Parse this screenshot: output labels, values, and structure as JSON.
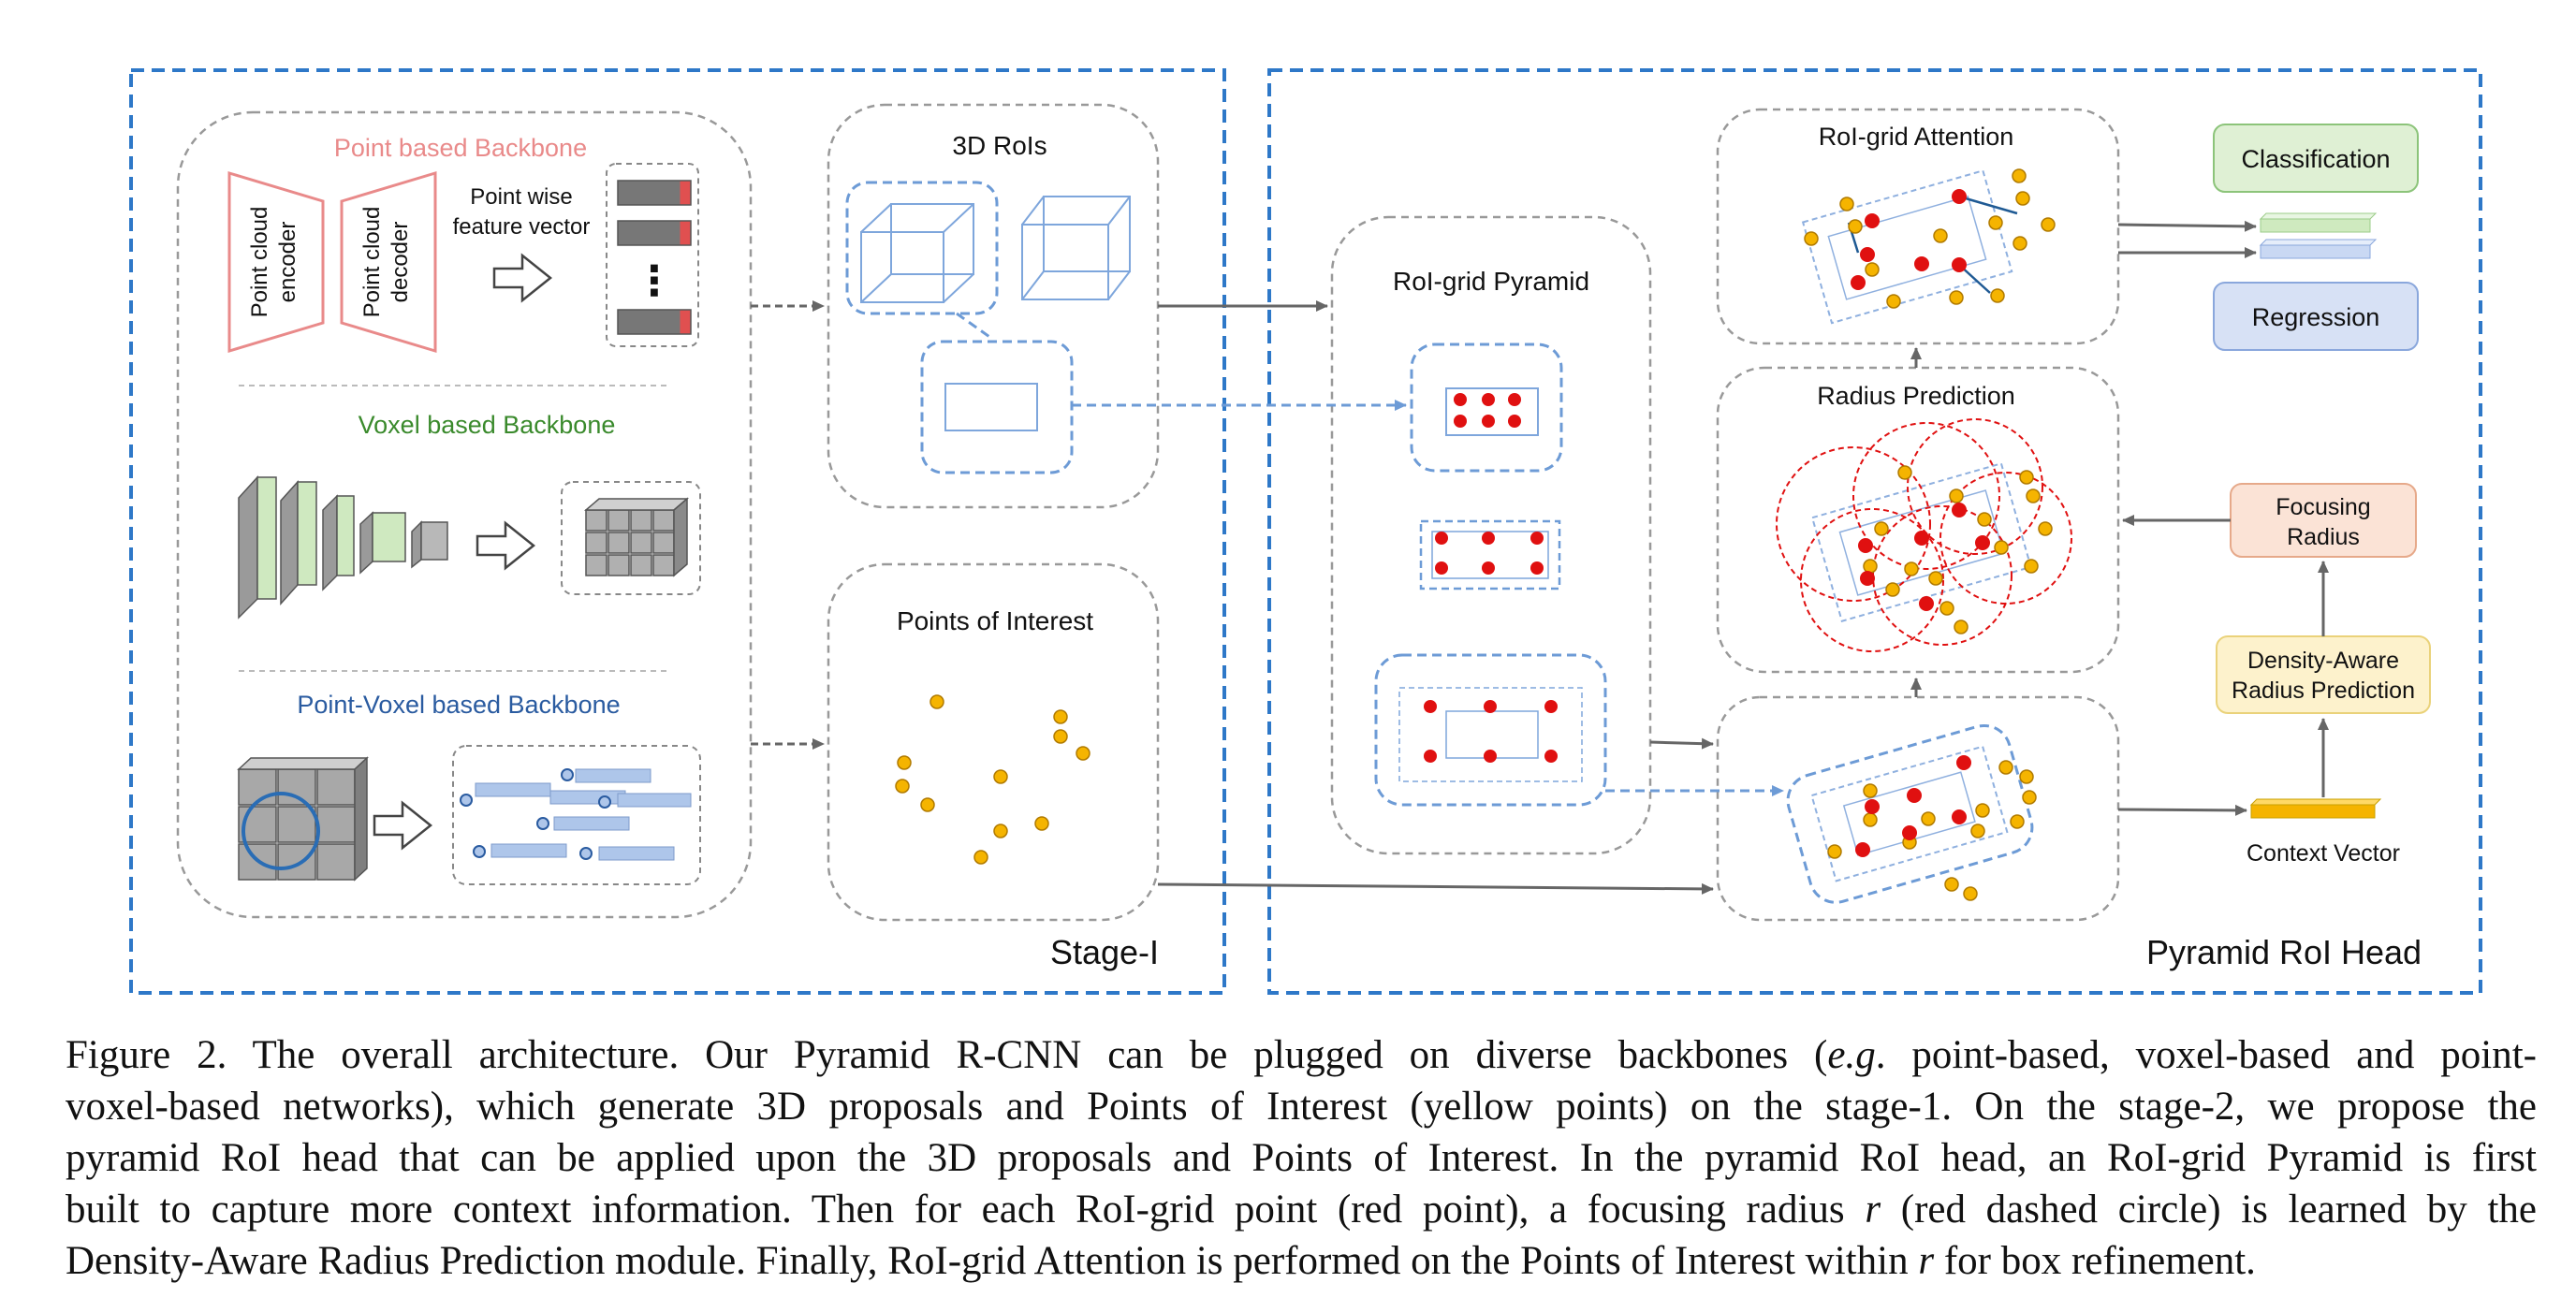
{
  "figure": {
    "stage1": {
      "label": "Stage-I",
      "backbones": {
        "point_based": {
          "title": "Point based Backbone",
          "encoder": [
            "Point cloud",
            "encoder"
          ],
          "decoder": [
            "Point cloud",
            "decoder"
          ],
          "feature_text": [
            "Point wise",
            "feature vector"
          ],
          "ellipsis": "⋮"
        },
        "voxel_based": {
          "title": "Voxel based Backbone"
        },
        "point_voxel_based": {
          "title": "Point-Voxel based Backbone"
        }
      },
      "rois": {
        "title": "3D RoIs"
      },
      "poi": {
        "title": "Points of Interest"
      }
    },
    "stage2": {
      "label": "Pyramid RoI Head",
      "pyramid_title": "RoI-grid Pyramid",
      "attention_title": "RoI-grid Attention",
      "radius_title": "Radius Prediction",
      "classification": "Classification",
      "regression": "Regression",
      "focusing_radius": [
        "Focusing",
        "Radius"
      ],
      "density_aware": [
        "Density-Aware",
        "Radius Prediction"
      ],
      "context_vector": "Context Vector"
    },
    "colors": {
      "stage_border": "#2e78c8",
      "red_point": "#e01010",
      "yellow_point": "#f5b400",
      "roi_blue": "#6d9bd6",
      "point_backbone": "#e98a8a",
      "voxel_backbone": "#3a8a2c",
      "pv_backbone": "#2a5ba0",
      "classification_fill": "#dff0d4",
      "regression_fill": "#d7e1f5",
      "focusing_fill": "#fbe3d6",
      "density_fill": "#fdf2cc"
    }
  },
  "caption": {
    "lines": [
      [
        "Figure 2. The overall architecture. Our Pyramid R-CNN can be plugged on diverse backbones (",
        "e.g",
        ". point-based, voxel-based and point-"
      ],
      [
        "voxel-based networks), which generate 3D proposals and Points of Interest (yellow points) on the stage-1. On the stage-2, we propose the"
      ],
      [
        "pyramid RoI head that can be applied upon the 3D proposals and Points of Interest. In the pyramid RoI head, an RoI-grid Pyramid is first"
      ],
      [
        "built to capture more context information. Then for each RoI-grid point (red point), a focusing radius ",
        "r",
        " (red dashed circle) is learned by the"
      ],
      [
        "Density-Aware Radius Prediction module. Finally, RoI-grid Attention is performed on the Points of Interest within ",
        "r",
        " for box refinement."
      ]
    ]
  }
}
